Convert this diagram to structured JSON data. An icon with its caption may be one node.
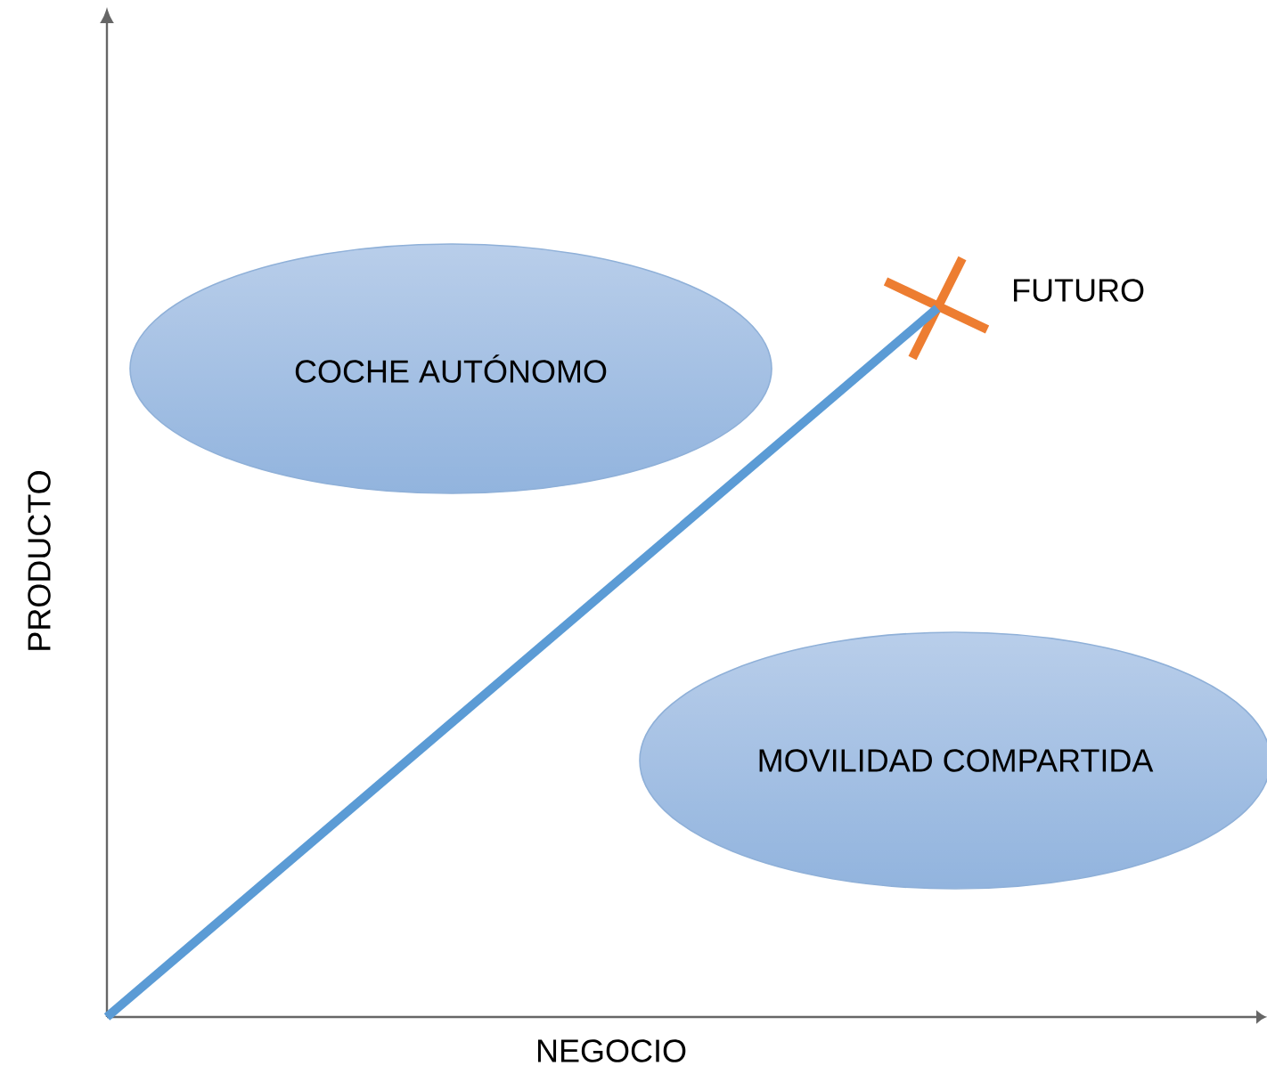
{
  "diagram": {
    "nodes": [
      {
        "text": [
          "COCHE AUTÓNOMO"
        ]
      },
      {
        "text": [
          "MOVILIDAD COMPARTIDA"
        ]
      },
      {
        "text": [],
        "shape": "cross",
        "beside": [
          "FUTURO"
        ]
      }
    ],
    "edges": [
      {
        "from": null,
        "to": 2,
        "arrow": "none"
      }
    ],
    "labels": [
      "PRODUCTO",
      "NEGOCIO"
    ]
  }
}
